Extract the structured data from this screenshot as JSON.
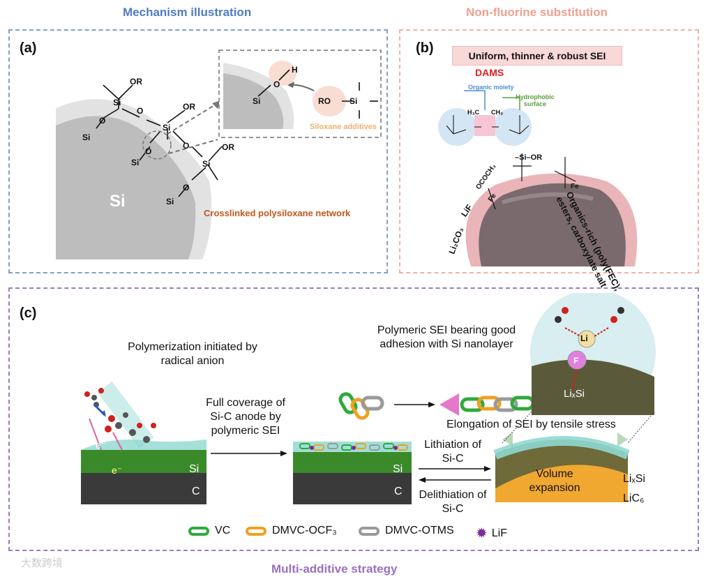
{
  "titles": {
    "mechanism": "Mechanism illustration",
    "nonfluorine": "Non-fluorine substitution",
    "multiadditive": "Multi-additive strategy"
  },
  "panel_a": {
    "label": "(a)",
    "si_label": "Si",
    "network_label": "Crosslinked polysiloxane network",
    "additive_label": "Siloxane additives",
    "groups": {
      "or": "OR",
      "si": "Si",
      "o": "O",
      "h": "H",
      "ro": "RO"
    }
  },
  "panel_b": {
    "label": "(b)",
    "banner": "Uniform, thinner & robust SEI",
    "dams": "DAMS",
    "organic_moiety": "Organic moiety",
    "hydrophobic": "Hydrophobic surface",
    "organics_rich": "Organics-rich (poly(FEC), esters, carboxylate salt",
    "lif": "LiF",
    "li2co3": "Li₂CO₃",
    "ococh3": "OCOCH₃",
    "si_or": "–Si–OR",
    "fe": "Fe",
    "h3c": "H₃C",
    "ch3": "CH₃"
  },
  "panel_c": {
    "label": "(c)",
    "polymerization": "Polymerization initiated by radical anion",
    "full_coverage": "Full coverage of Si-C anode by polymeric SEI",
    "polymeric_sei": "Polymeric SEI bearing good adhesion with Si nanolayer",
    "elongation": "Elongation of SEI by tensile stress",
    "lithiation": "Lithiation of Si-C",
    "delithiation": "Delithiation of Si-C",
    "volume": "Volume expansion",
    "lixsi": "LiₓSi",
    "lic6": "LiC₆",
    "si": "Si",
    "c": "C",
    "e": "e⁻",
    "li": "Li",
    "f": "F"
  },
  "legend": [
    {
      "label": "VC",
      "color": "#2eaa3a"
    },
    {
      "label": "DMVC-OCF₃",
      "color": "#f0a020"
    },
    {
      "label": "DMVC-OTMS",
      "color": "#9a9a9a"
    },
    {
      "label": "LiF",
      "color": "#7b2a9a"
    }
  ],
  "watermark": "大数跨境",
  "colors": {
    "blue": "#5b84c4",
    "pink": "#f0a8a0",
    "purple": "#9b6fc0"
  }
}
